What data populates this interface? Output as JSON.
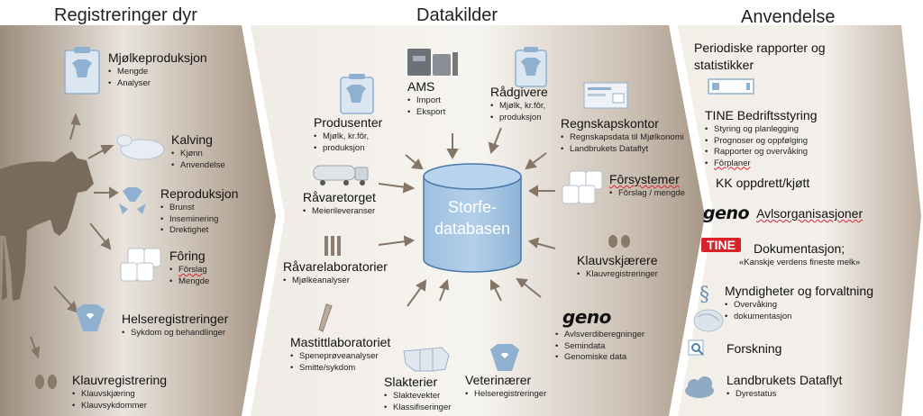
{
  "headers": {
    "left": "Registreringer dyr",
    "center": "Datakilder",
    "right": "Anvendelse"
  },
  "left": {
    "milk": {
      "title": "Mjølkeproduksjon",
      "items": [
        "Mengde",
        "Analyser"
      ]
    },
    "calving": {
      "title": "Kalving",
      "items": [
        "Kjønn",
        "Anvendelse"
      ]
    },
    "reproduction": {
      "title": "Reproduksjon",
      "items": [
        "Brunst",
        "Inseminering",
        "Drektighet"
      ]
    },
    "feeding": {
      "title": "Fôring",
      "items": [
        "Fôrslag",
        "Mengde"
      ]
    },
    "health": {
      "title": "Helseregistreringer",
      "items": [
        "Sykdom og behandlinger"
      ]
    },
    "hoof": {
      "title": "Klauvregistrering",
      "items": [
        "Klauvskjæring",
        "Klauvsykdommer"
      ]
    }
  },
  "center": {
    "database": {
      "line1": "Storfe-",
      "line2": "databasen"
    },
    "ams": {
      "title": "AMS",
      "items": [
        "Import",
        "Eksport"
      ]
    },
    "advisors": {
      "title": "Rådgivere",
      "items": [
        "Mjølk, kr.fôr,",
        "produksjon"
      ]
    },
    "producer": {
      "title": "Produsenter",
      "items": [
        "Mjølk, kr.fôr,",
        "produksjon"
      ]
    },
    "accounting": {
      "title": "Regnskapskontor",
      "items": [
        "Regnskapsdata til Mjølkonomi",
        "Landbrukets Dataflyt"
      ]
    },
    "rawmarket": {
      "title": "Råvaretorget",
      "items": [
        "Meierileveranser"
      ]
    },
    "feedsystems": {
      "title": "Fôrsystemer",
      "items": [
        "Fôrslag / mengde"
      ]
    },
    "rawlab": {
      "title": "Råvarelaboratorier",
      "items": [
        "Mjølkeanalyser"
      ]
    },
    "hooftrimmers": {
      "title": "Klauvskjærere",
      "items": [
        "Klauvregistreringer"
      ]
    },
    "mastitis": {
      "title": "Mastittlaboratoriet",
      "items": [
        "Speneprøveanalyser",
        "Smitte/sykdom"
      ]
    },
    "geno": {
      "logo": "geno",
      "items": [
        "Avlsverdiberegninger",
        "Semindata",
        "Genomiske data"
      ]
    },
    "slaughter": {
      "title": "Slakterier",
      "items": [
        "Slaktevekter",
        "Klassifiseringer"
      ]
    },
    "vets": {
      "title": "Veterinærer",
      "items": [
        "Helseregistreringer"
      ]
    }
  },
  "right": {
    "reports": {
      "title": "Periodiske rapporter og statistikker"
    },
    "tine_mgmt": {
      "title": "TINE Bedriftsstyring",
      "items": [
        "Styring og planlegging",
        "Prognoser og oppfølging",
        "Rapporter og overvåking",
        "Fôrplaner"
      ]
    },
    "kk": {
      "title": "KK oppdrett/kjøtt"
    },
    "geno_breed": {
      "logo": "geno",
      "title": "Avlsorganisasjoner"
    },
    "tine_doc": {
      "logo": "TINE",
      "title": "Dokumentasjon;",
      "subtitle": "«Kanskje verdens fineste melk»"
    },
    "authorities": {
      "title": "Myndigheter og forvaltning",
      "items": [
        "Overvåking",
        "dokumentasjon"
      ]
    },
    "research": {
      "title": "Forskning"
    },
    "dataflow": {
      "title": "Landbrukets Dataflyt",
      "items": [
        "Dyrestatus"
      ]
    }
  },
  "colors": {
    "band_dark": "#8a7a6a",
    "band_light": "#f4f1ec",
    "database": "#a7c7e5",
    "icon_blue": "#8fb0cf",
    "arrow": "#857567",
    "cow": "#7a6a5c"
  }
}
